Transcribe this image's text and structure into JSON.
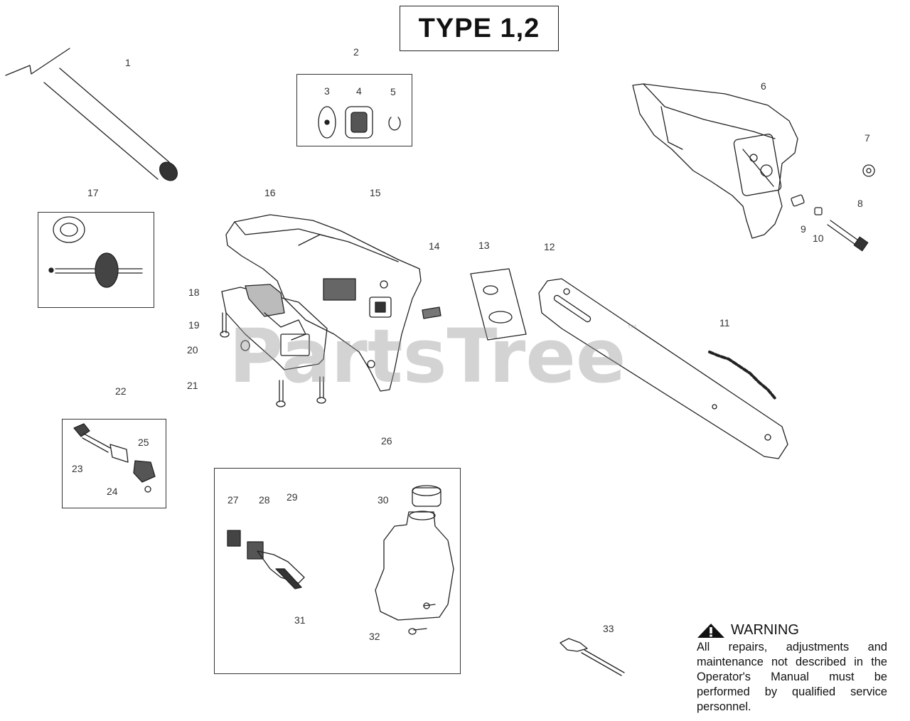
{
  "title": "TYPE 1,2",
  "watermark": {
    "text": "PartsTree",
    "trademark": "™"
  },
  "callouts": {
    "n1": "1",
    "n2": "2",
    "n3": "3",
    "n4": "4",
    "n5": "5",
    "n6": "6",
    "n7": "7",
    "n8": "8",
    "n9": "9",
    "n10": "10",
    "n11": "11",
    "n12": "12",
    "n13": "13",
    "n14": "14",
    "n15": "15",
    "n16": "16",
    "n17": "17",
    "n18": "18",
    "n19": "19",
    "n20": "20",
    "n21": "21",
    "n22": "22",
    "n23": "23",
    "n24": "24",
    "n25": "25",
    "n26": "26",
    "n27": "27",
    "n28": "28",
    "n29": "29",
    "n30": "30",
    "n31": "31",
    "n32": "32",
    "n33": "33"
  },
  "warning": {
    "heading": "WARNING",
    "body": "All repairs, adjustments and maintenance not described in the Operator's Manual must be performed by qualified service personnel."
  }
}
